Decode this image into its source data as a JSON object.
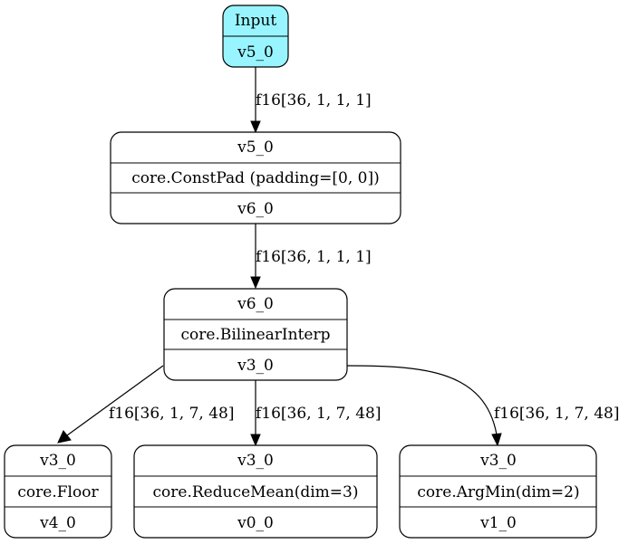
{
  "nodes": {
    "input": {
      "title": "Input",
      "output": "v5_0",
      "fill": "#98f5ff"
    },
    "constpad": {
      "input": "v5_0",
      "op": "core.ConstPad (padding=[0, 0])",
      "output": "v6_0"
    },
    "bilinear": {
      "input": "v6_0",
      "op": "core.BilinearInterp",
      "output": "v3_0"
    },
    "floor": {
      "input": "v3_0",
      "op": "core.Floor",
      "output": "v4_0"
    },
    "reducemean": {
      "input": "v3_0",
      "op": "core.ReduceMean(dim=3)",
      "output": "v0_0"
    },
    "argmin": {
      "input": "v3_0",
      "op": "core.ArgMin(dim=2)",
      "output": "v1_0"
    }
  },
  "edges": {
    "input_to_constpad": "f16[36, 1, 1, 1]",
    "constpad_to_bilinear": "f16[36, 1, 1, 1]",
    "bilinear_to_floor": "f16[36, 1, 7, 48]",
    "bilinear_to_reducemean": "f16[36, 1, 7, 48]",
    "bilinear_to_argmin": "f16[36, 1, 7, 48]"
  }
}
